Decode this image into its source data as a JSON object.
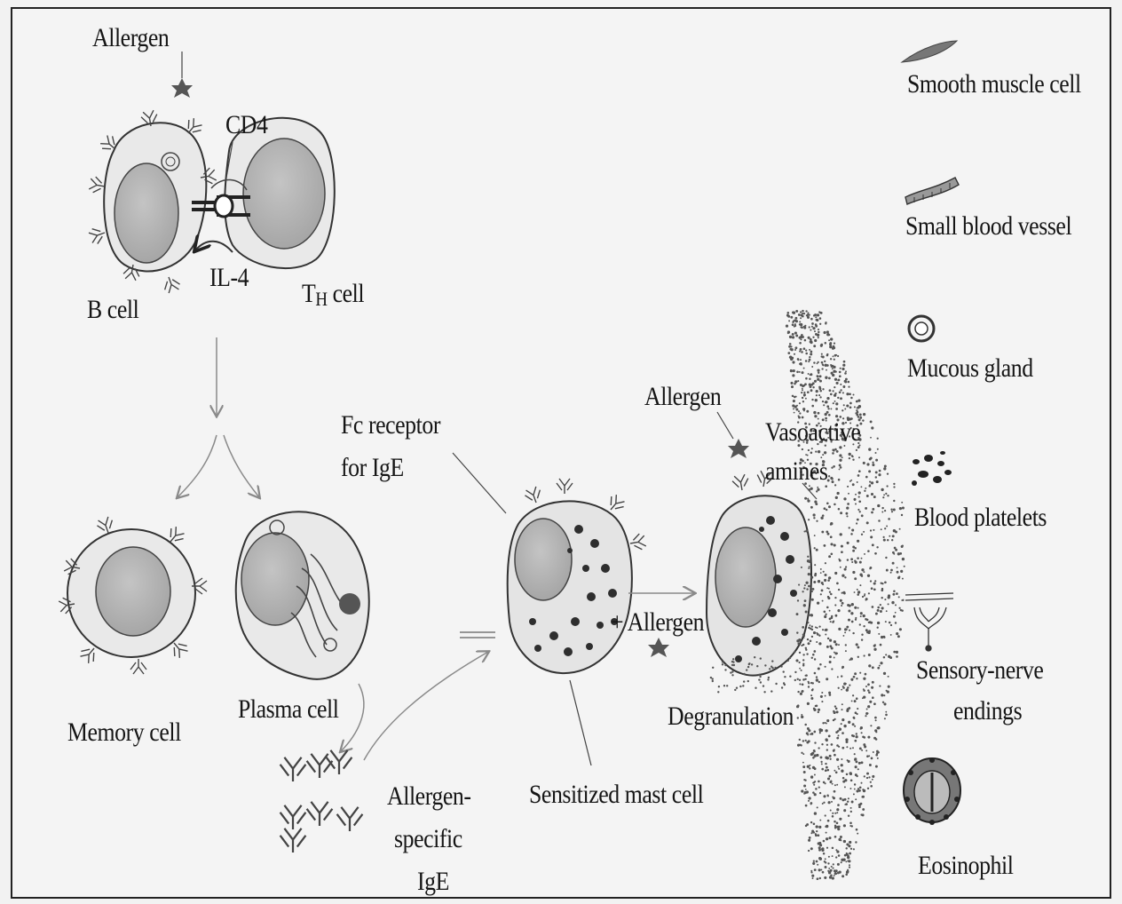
{
  "labels": {
    "allergen_top": "Allergen",
    "cd4": "CD4",
    "il4": "IL-4",
    "b_cell": "B cell",
    "th_cell_main": "T",
    "th_cell_sub": "H",
    "th_cell_tail": " cell",
    "memory_cell": "Memory cell",
    "plasma_cell": "Plasma cell",
    "allergen_specific_ige": [
      "Allergen-",
      "specific",
      "IgE"
    ],
    "fc_receptor": [
      "Fc receptor",
      "for IgE"
    ],
    "sensitized_mast_cell": "Sensitized mast cell",
    "plus_allergen": "+ Allergen",
    "allergen_mid": "Allergen",
    "vasoactive_amines": [
      "Vasoactive",
      "amines"
    ],
    "degranulation": "Degranulation"
  },
  "legend": [
    {
      "icon": "smooth-muscle-cell-icon",
      "label": [
        "Smooth muscle cell"
      ]
    },
    {
      "icon": "small-blood-vessel-icon",
      "label": [
        "Small blood vessel"
      ]
    },
    {
      "icon": "mucous-gland-icon",
      "label": [
        "Mucous gland"
      ]
    },
    {
      "icon": "blood-platelets-icon",
      "label": [
        "Blood platelets"
      ]
    },
    {
      "icon": "sensory-nerve-endings-icon",
      "label": [
        "Sensory-nerve",
        "endings"
      ]
    },
    {
      "icon": "eosinophil-icon",
      "label": [
        "Eosinophil"
      ]
    }
  ],
  "colors": {
    "cytoplasm": "#e9e9e9",
    "nucleus": "#b5b5b5",
    "outline": "#333333",
    "granule": "#2e2e2e",
    "allergen": "#555555",
    "arrow": "#8a8a8a"
  }
}
